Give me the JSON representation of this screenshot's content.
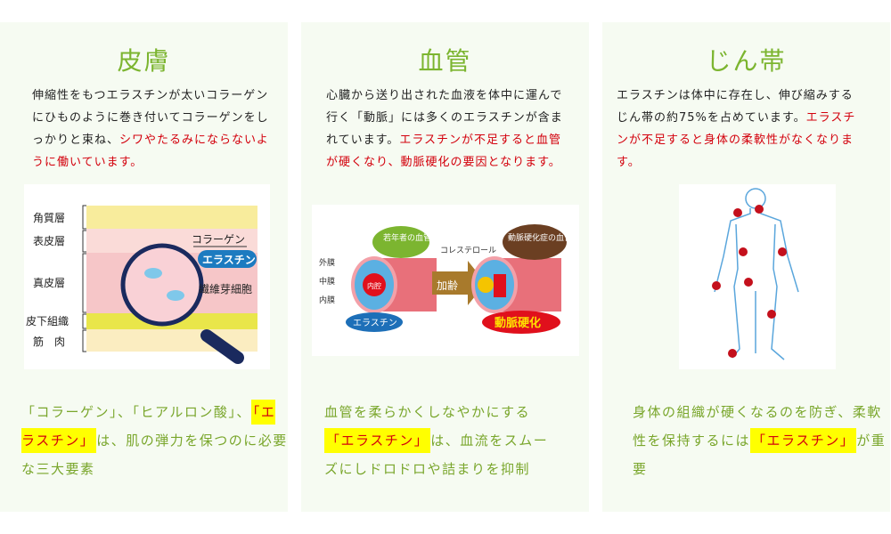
{
  "panels": [
    {
      "title": "皮膚",
      "desc_plain": "伸縮性をもつエラスチンが太いコラーゲンにひものように巻き付いてコラーゲンをしっかりと束ね、",
      "desc_red": "シワやたるみにならないように働いています。",
      "illustration": {
        "layers": [
          "角質層",
          "表皮層",
          "真皮層",
          "皮下組織",
          "筋　肉"
        ],
        "callouts": [
          "コラーゲン",
          "エラスチン",
          "繊維芽細胞"
        ]
      },
      "bottom_before": "「コラーゲン」、「ヒアルロン酸」、",
      "bottom_highlight": "「エラスチン」",
      "bottom_after": "は、肌の弾力を保つのに必要な三大要素"
    },
    {
      "title": "血管",
      "desc_plain": "心臓から送り出された血液を体中に運んで行く「動脈」には多くのエラスチンが含まれています。",
      "desc_red": "エラスチンが不足すると血管が硬くなり、動脈硬化の要因となります。",
      "illustration": {
        "young_label": "若年者の血管",
        "layers": [
          "外膜",
          "中膜",
          "内膜"
        ],
        "lumen": "内腔",
        "elastin": "エラスチン",
        "arrow": "加齢",
        "cholesterol": "コレステロール",
        "sclerosis_label": "動脈硬化症の血管",
        "sclerosis": "動脈硬化"
      },
      "bottom_before": "血管を柔らかくしなやかにする",
      "bottom_highlight": "「エラスチン」",
      "bottom_after": "は、血流をスムーズにしドロドロや詰まりを抑制"
    },
    {
      "title": "じん帯",
      "desc_plain": "エラスチンは体中に存在し、伸び縮みするじん帯の約75%を占めています。",
      "desc_red": "エラスチンが不足すると身体の柔軟性がなくなります。",
      "bottom_before": "身体の組織が硬くなるのを防ぎ、柔軟性を保持するには",
      "bottom_highlight": "「エラスチン」",
      "bottom_after": "が重要"
    }
  ],
  "colors": {
    "title": "#7cb530",
    "red": "#d3000c",
    "highlight": "#ffff00",
    "panel_bg": "#f6fbf2"
  }
}
